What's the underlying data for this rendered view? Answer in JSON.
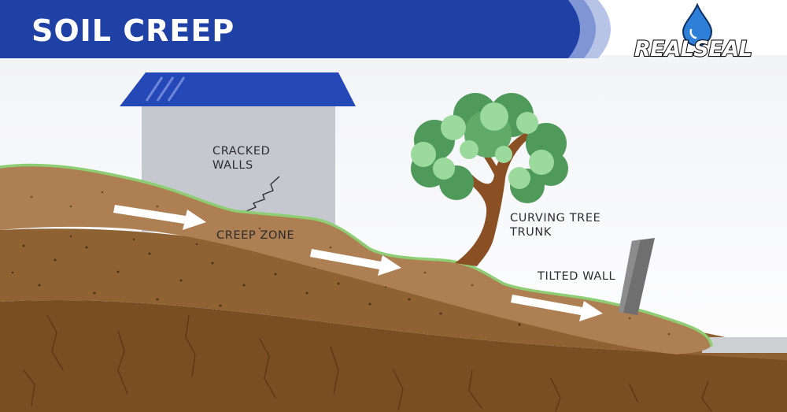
{
  "header": {
    "title": "SOIL CREEP"
  },
  "brand": {
    "logo_text": "REALSEAL"
  },
  "labels": {
    "cracked_walls": [
      "CRACKED",
      "WALLS"
    ],
    "creep_zone": "CREEP ZONE",
    "curving_tree": [
      "CURVING TREE",
      "TRUNK"
    ],
    "tilted_wall": "TILTED WALL"
  },
  "colors": {
    "header_blue": "#1f41a6",
    "roof_blue": "#2548b8",
    "house_wall": "#c5c9cf",
    "topsoil": "#ad7f52",
    "subsoil": "#8e6233",
    "deep_soil": "#794e23",
    "grass_line": "#8ecd74",
    "leaf_dark": "#4f9a5a",
    "leaf_light": "#9cd99c",
    "trunk": "#8a4f22",
    "tilted_wall": "#6f6f6f"
  }
}
